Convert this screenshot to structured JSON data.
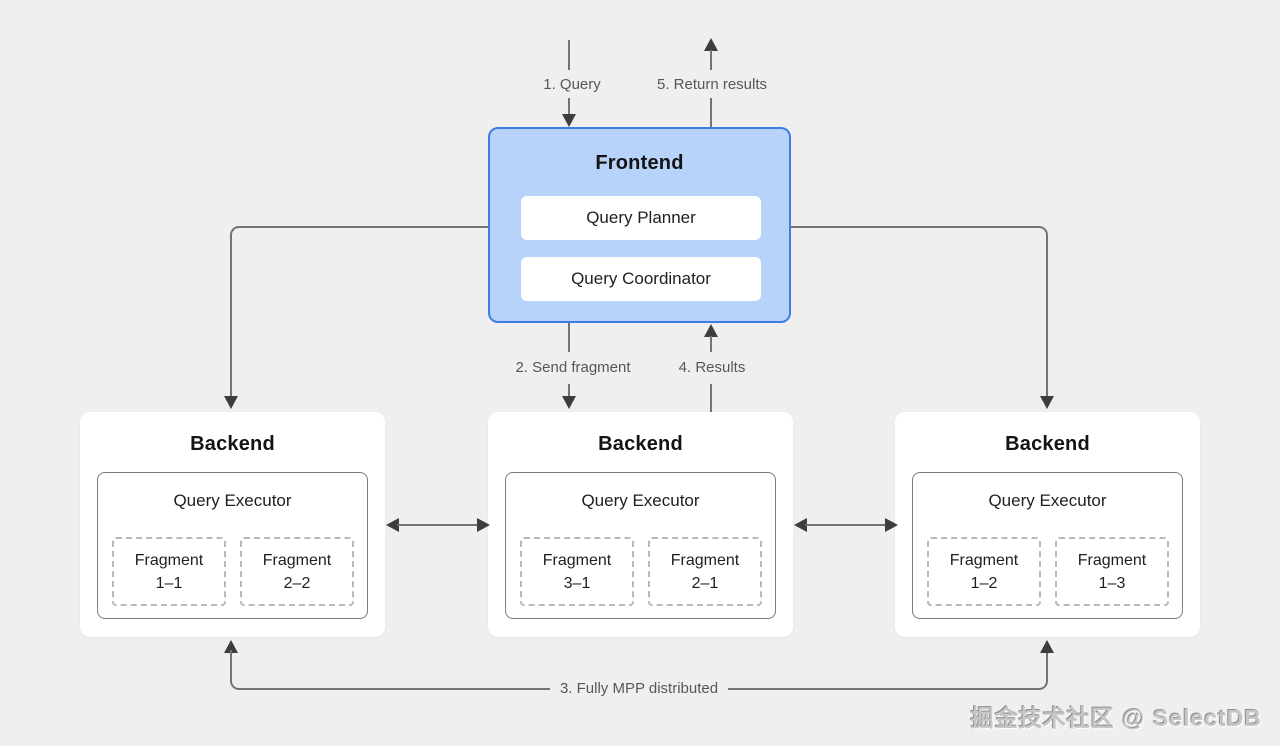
{
  "diagram": {
    "frontend": {
      "title": "Frontend",
      "planner": "Query Planner",
      "coordinator": "Query Coordinator"
    },
    "backends": [
      {
        "title": "Backend",
        "executor": "Query Executor",
        "fragments": [
          {
            "l1": "Fragment",
            "l2": "1–1"
          },
          {
            "l1": "Fragment",
            "l2": "2–2"
          }
        ]
      },
      {
        "title": "Backend",
        "executor": "Query Executor",
        "fragments": [
          {
            "l1": "Fragment",
            "l2": "3–1"
          },
          {
            "l1": "Fragment",
            "l2": "2–1"
          }
        ]
      },
      {
        "title": "Backend",
        "executor": "Query Executor",
        "fragments": [
          {
            "l1": "Fragment",
            "l2": "1–2"
          },
          {
            "l1": "Fragment",
            "l2": "1–3"
          }
        ]
      }
    ],
    "flow_labels": {
      "step1": "1. Query",
      "step2": "2. Send fragment",
      "step3": "3. Fully MPP distributed",
      "step4": "4. Results",
      "step5": "5. Return results"
    }
  },
  "watermark": "掘金技术社区 @ SelectDB",
  "colors": {
    "background": "#efefef",
    "frontend_fill": "#b7d3fa",
    "frontend_border": "#3f7ee0",
    "line": "#737373",
    "arrowhead": "#3d3d3d",
    "label_text": "#575757"
  }
}
